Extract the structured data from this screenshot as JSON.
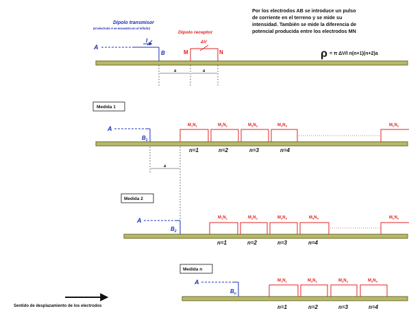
{
  "description_text": [
    "Por los electrodos AB se introduce un pulso",
    "de corriente en el terreno y se mide su",
    "intensidad. También se mide la diferencia de",
    "potencial producida entre los electrodos MN"
  ],
  "formula": {
    "rho": "ρ",
    "rest": "= π ΔV/I n(n+1)(n+2)a"
  },
  "transmitter": {
    "title": "Dipolo transmisor",
    "note": "(el electrodo A se encuentra en el infinito)",
    "label_a": "A",
    "label_b": "B",
    "label_i": "I"
  },
  "receiver": {
    "title": "Dipolo receptor",
    "label_dv": "ΔV",
    "label_m": "M",
    "label_n": "N"
  },
  "dim_a": "a",
  "measurements": [
    {
      "title": "Medida 1",
      "a_label": "A",
      "b_label": "B",
      "b_sub": "1",
      "electrodes": [
        {
          "m": "M",
          "ms": "1",
          "n": "N",
          "ns": "1"
        },
        {
          "m": "M",
          "ms": "2",
          "n": "N",
          "ns": "2"
        },
        {
          "m": "M",
          "ms": "3",
          "n": "N",
          "ns": "3"
        },
        {
          "m": "M",
          "ms": "4",
          "n": "N",
          "ns": "4"
        }
      ],
      "last": {
        "m": "M",
        "ms": "n",
        "n": "N",
        "ns": "n"
      },
      "n_labels": [
        "n=1",
        "n=2",
        "n=3",
        "n=4"
      ]
    },
    {
      "title": "Medida 2",
      "a_label": "A",
      "b_label": "B",
      "b_sub": "2",
      "electrodes": [
        {
          "m": "M",
          "ms": "1",
          "n": "N",
          "ns": "1"
        },
        {
          "m": "M",
          "ms": "2",
          "n": "N",
          "ns": "2"
        },
        {
          "m": "M",
          "ms": "3",
          "n": "N",
          "ns": "3"
        },
        {
          "m": "M",
          "ms": "4",
          "n": "N",
          "ns": "4"
        }
      ],
      "last": {
        "m": "M",
        "ms": "n",
        "n": "N",
        "ns": "n"
      },
      "n_labels": [
        "n=1",
        "n=2",
        "n=3",
        "n=4"
      ]
    },
    {
      "title": "Medida n",
      "a_label": "A",
      "b_label": "B",
      "b_sub": "n",
      "electrodes": [
        {
          "m": "M",
          "ms": "1",
          "n": "N",
          "ns": "1"
        },
        {
          "m": "M",
          "ms": "2",
          "n": "N",
          "ns": "2"
        },
        {
          "m": "M",
          "ms": "3",
          "n": "N",
          "ns": "3"
        },
        {
          "m": "M",
          "ms": "4",
          "n": "N",
          "ns": "4"
        }
      ],
      "n_labels": [
        "n=1",
        "n=2",
        "n=3",
        "n=4"
      ]
    }
  ],
  "direction_label": "Sentido de desplazamiento de los electrodos"
}
